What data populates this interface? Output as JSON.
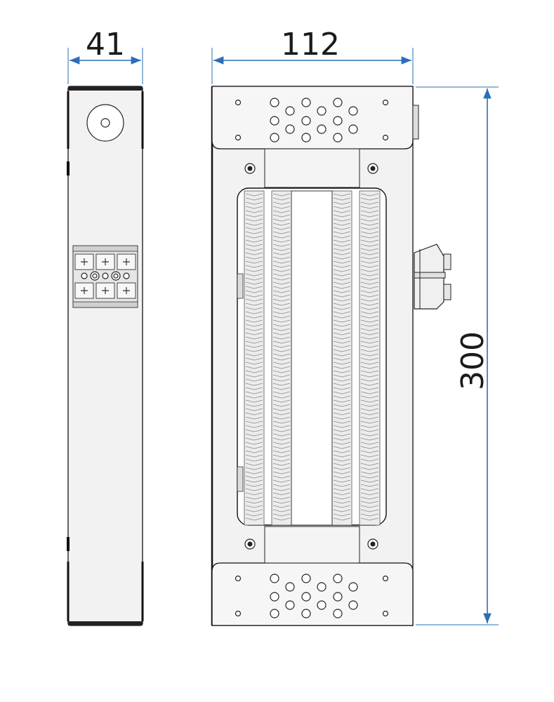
{
  "dimensions": {
    "side_width": "41",
    "front_width": "112",
    "height": "300"
  },
  "colors": {
    "dimension_line": "#2a6fb8",
    "outline": "#111111",
    "fill": "#f2f2f2"
  }
}
